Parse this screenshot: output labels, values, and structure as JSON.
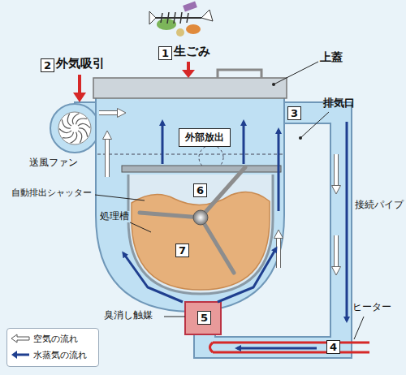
{
  "diagram": {
    "nodes": [
      {
        "text": [
          "外部放出"
        ]
      }
    ],
    "labels": [
      "1",
      "生ごみ",
      "2",
      "外気吸引",
      "上蓋",
      "3",
      "排気口",
      "送風ファン",
      "自動排出シャッター",
      "6",
      "処理槽",
      "7",
      "接続パイプ",
      "臭消し触媒",
      "5",
      "ヒーター",
      "4"
    ],
    "legend": [
      {
        "text": "空気の流れ"
      },
      {
        "text": "水蒸気の流れ"
      }
    ]
  }
}
